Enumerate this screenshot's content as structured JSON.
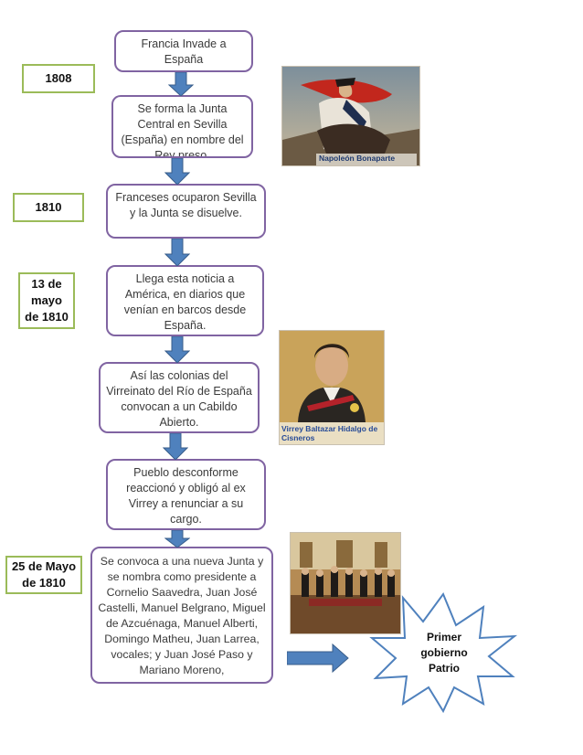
{
  "dates": {
    "d1808": "1808",
    "d1810": "1810",
    "d13mayo": "13 de mayo de 1810",
    "d25mayo": "25  de Mayo de 1810"
  },
  "steps": [
    "Francia Invade a España",
    "Se forma la Junta Central en Sevilla (España) en nombre del Rey preso.",
    "Franceses ocuparon Sevilla y la Junta se disuelve.",
    "Llega esta noticia a América, en diarios que venían en barcos desde España.",
    "Así las colonias del Virreinato del Río de España convocan a un Cabildo Abierto.",
    "Pueblo desconforme reaccionó y obligó al ex Virrey a renunciar a su cargo.",
    "Se convoca a una nueva Junta y se nombra como presidente a Cornelio Saavedra, Juan José Castelli, Manuel Belgrano, Miguel de Azcuénaga, Manuel Alberti, Domingo Matheu, Juan Larrea, vocales; y Juan José Paso y Mariano Moreno,"
  ],
  "captions": {
    "napoleon": "Napoleón Bonaparte",
    "cisneros": "Virrey Baltazar Hidalgo de Cisneros"
  },
  "star": {
    "label": "Primer gobierno Patrio"
  },
  "colors": {
    "box_border": "#8064a2",
    "date_border": "#9bbb59",
    "arrow": "#4f81bd",
    "arrow_stroke": "#385d8a"
  }
}
